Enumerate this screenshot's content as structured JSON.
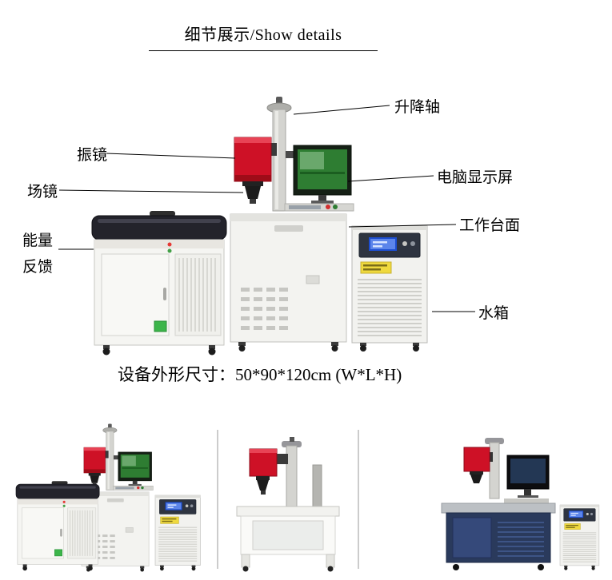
{
  "title": "细节展示/Show details",
  "callouts": {
    "lifting_axis": "升降轴",
    "galvanometer": "振镜",
    "field_lens": "场镜",
    "computer_monitor": "电脑显示屏",
    "work_table": "工作台面",
    "energy_feedback_line1": "能量",
    "energy_feedback_line2": "反馈",
    "water_tank": "水箱"
  },
  "dimensions_text": "设备外形尺寸：50*90*120cm (W*L*H)",
  "colors": {
    "galvo_head_red": "#ce1126",
    "cabinet_white": "#f3f3f0",
    "welder_lid_dark": "#23232b",
    "monitor_screen_green": "#2e7d32",
    "chiller_screen_blue": "#1d4ed0",
    "sticker_yellow": "#efd93e",
    "bottom_cabinet_navy": "#2a3a5c",
    "text_black": "#000000"
  }
}
